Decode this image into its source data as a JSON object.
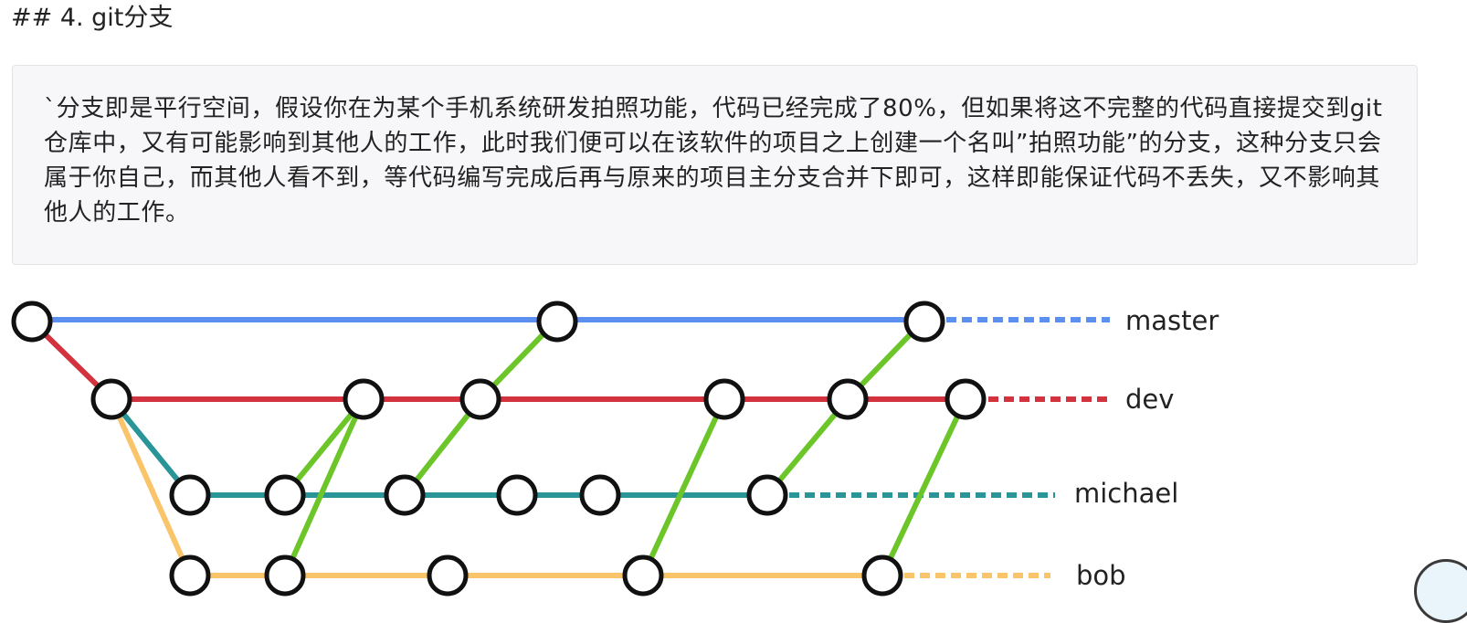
{
  "heading": "## 4. git分支",
  "quote": {
    "text": "`分支即是平行空间，假设你在为某个手机系统研发拍照功能，代码已经完成了80%，但如果将这不完整的代码直接提交到git仓库中，又有可能影响到其他人的工作，此时我们便可以在该软件的项目之上创建一个名叫”拍照功能”的分支，这种分支只会属于你自己，而其他人看不到，等代码编写完成后再与原来的项目主分支合并下即可，这样即能保证代码不丢失，又不影响其他人的工作。"
  },
  "diagram": {
    "branches": [
      {
        "name": "master",
        "color": "#5b8ff0"
      },
      {
        "name": "dev",
        "color": "#d3333f"
      },
      {
        "name": "michael",
        "color": "#2a9598"
      },
      {
        "name": "bob",
        "color": "#f9c46a"
      }
    ],
    "merge_color": "#6cc62a"
  }
}
